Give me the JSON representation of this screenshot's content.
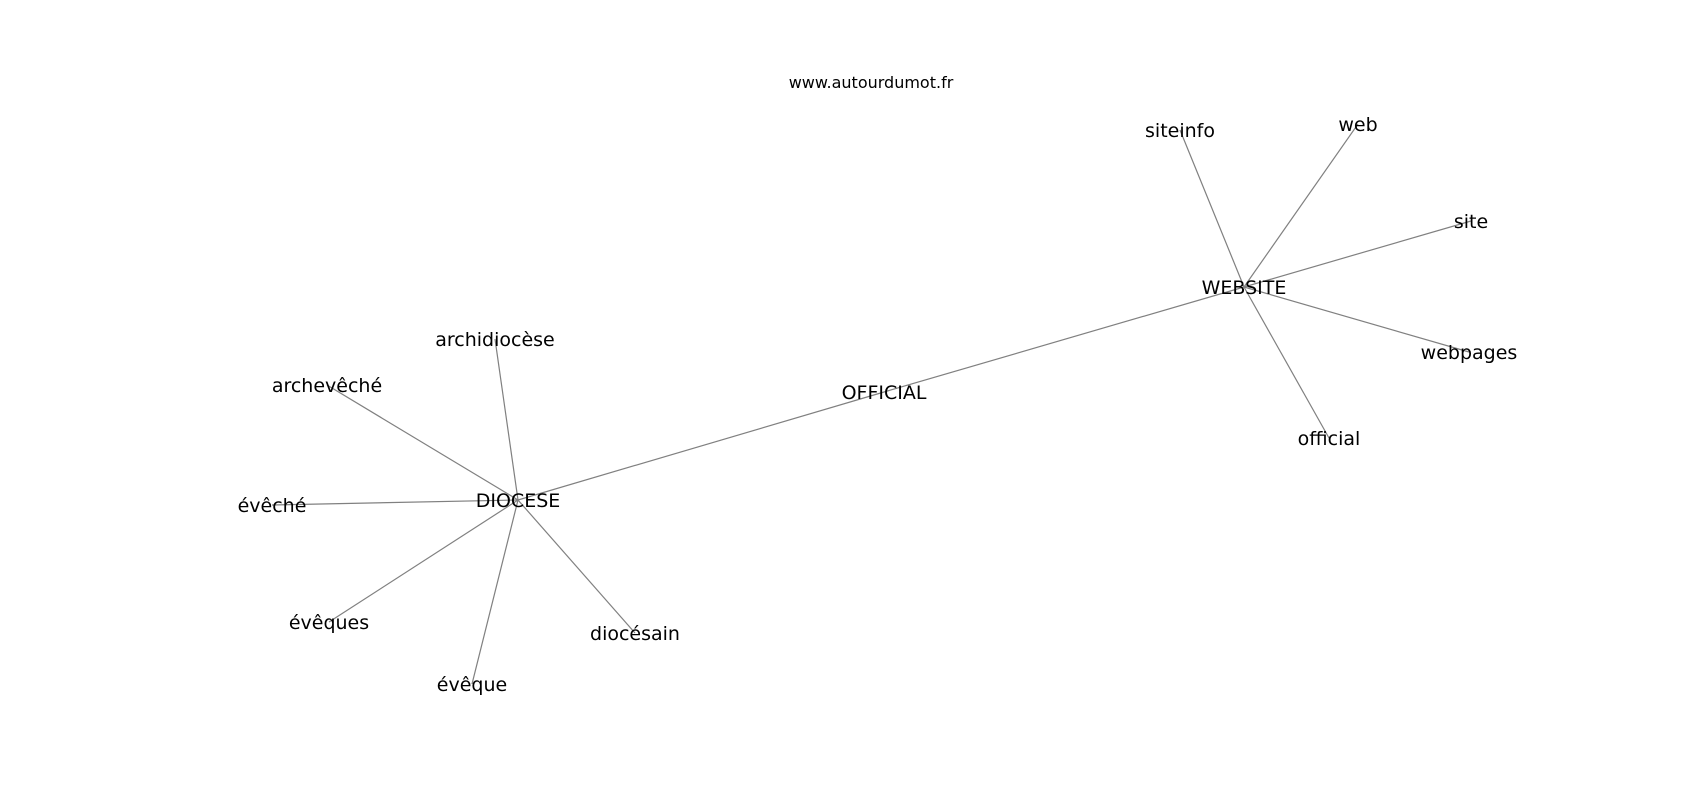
{
  "site_label": "www.autourdumot.fr",
  "edge_color": "#808080",
  "text_color": "#000000",
  "nodes": [
    {
      "id": "DIOCESE",
      "label": "DIOCESE"
    },
    {
      "id": "OFFICIAL",
      "label": "OFFICIAL"
    },
    {
      "id": "WEBSITE",
      "label": "WEBSITE"
    },
    {
      "id": "archidiocese",
      "label": "archidiocèse"
    },
    {
      "id": "archeveche",
      "label": "archevêché"
    },
    {
      "id": "eveche",
      "label": "évêché"
    },
    {
      "id": "eveques",
      "label": "évêques"
    },
    {
      "id": "eveque",
      "label": "évêque"
    },
    {
      "id": "diocesain",
      "label": "diocésain"
    },
    {
      "id": "siteinfo",
      "label": "siteinfo"
    },
    {
      "id": "web",
      "label": "web"
    },
    {
      "id": "site",
      "label": "site"
    },
    {
      "id": "webpages",
      "label": "webpages"
    },
    {
      "id": "official",
      "label": "official"
    }
  ],
  "edges": [
    {
      "from": "DIOCESE",
      "to": "OFFICIAL"
    },
    {
      "from": "OFFICIAL",
      "to": "WEBSITE"
    },
    {
      "from": "DIOCESE",
      "to": "archidiocese"
    },
    {
      "from": "DIOCESE",
      "to": "archeveche"
    },
    {
      "from": "DIOCESE",
      "to": "eveche"
    },
    {
      "from": "DIOCESE",
      "to": "eveques"
    },
    {
      "from": "DIOCESE",
      "to": "eveque"
    },
    {
      "from": "DIOCESE",
      "to": "diocesain"
    },
    {
      "from": "WEBSITE",
      "to": "siteinfo"
    },
    {
      "from": "WEBSITE",
      "to": "web"
    },
    {
      "from": "WEBSITE",
      "to": "site"
    },
    {
      "from": "WEBSITE",
      "to": "webpages"
    },
    {
      "from": "WEBSITE",
      "to": "official"
    }
  ]
}
